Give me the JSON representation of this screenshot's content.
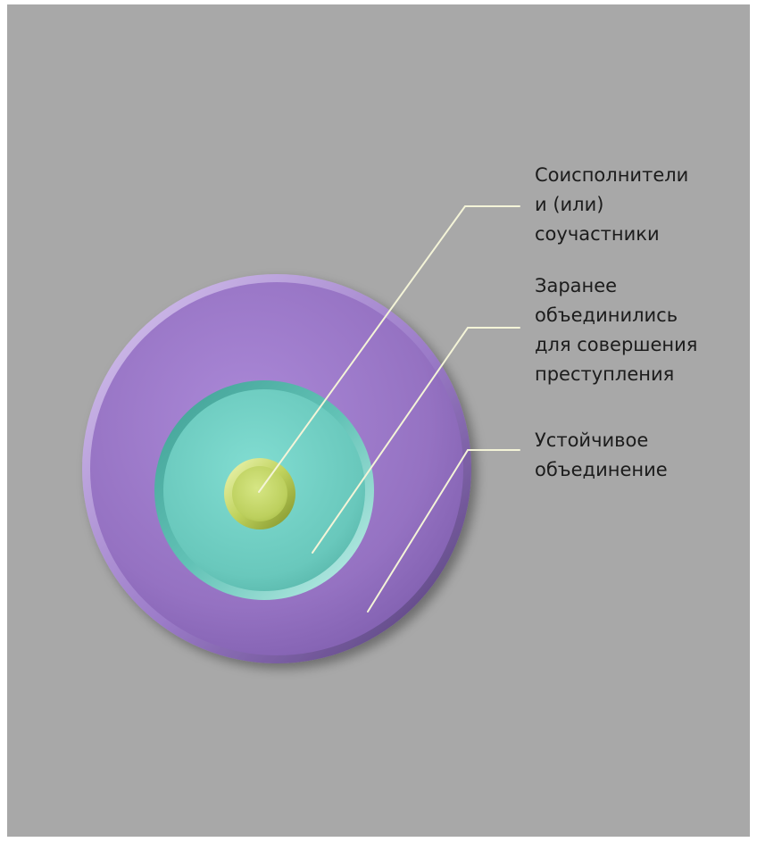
{
  "diagram": {
    "type": "concentric-circles",
    "rings": [
      {
        "id": "core",
        "label": "Соисполнители\nи (или)\nсоучастники",
        "color": "#c4d666"
      },
      {
        "id": "middle",
        "label": "Заранее\nобъединились\nдля совершения\nпреступления",
        "color": "#6fcfc3"
      },
      {
        "id": "outer",
        "label": "Устойчивое\nобъединение",
        "color": "#9a76c7"
      }
    ],
    "background_color": "#a8a8a8",
    "leader_line_color": "#f4f4d8"
  }
}
